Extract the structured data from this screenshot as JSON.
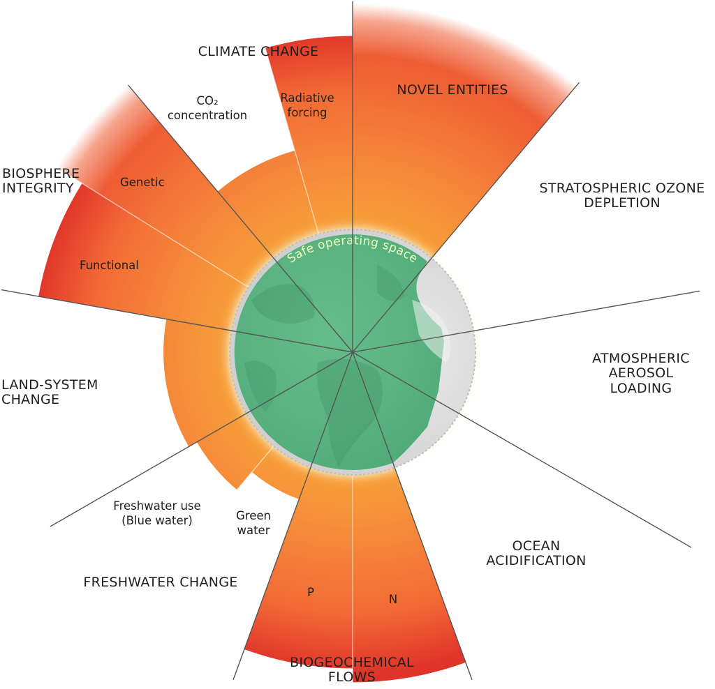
{
  "colors": {
    "safe_green": "#5db585",
    "safe_green_dark": "#3e8f63",
    "safe_glow": "#f4ffec",
    "unknown_grey": "#dcdcdc",
    "zone_orange": "#f8a23a",
    "zone_deep_orange": "#f26a35",
    "zone_red": "#e0352a",
    "divider": "#555555",
    "safe_text": "#efffbf"
  },
  "diagram": {
    "center_label": "Safe operating space",
    "boundaries": [
      {
        "id": "climate-change",
        "name": "CLIMATE CHANGE",
        "controls": [
          {
            "id": "co2",
            "label": "CO₂\nconcentration",
            "level": 0.4
          },
          {
            "id": "radiative",
            "label": "Radiative\nforcing",
            "level": 0.86
          }
        ]
      },
      {
        "id": "novel-entities",
        "name": "NOVEL ENTITIES",
        "controls": [
          {
            "id": "novel",
            "label": "NOVEL ENTITIES",
            "level": 1.0,
            "unbounded": true
          }
        ]
      },
      {
        "id": "ozone",
        "name": "STRATOSPHERIC OZONE\nDEPLETION",
        "controls": [
          {
            "id": "ozone",
            "label": "",
            "level": 0.0
          }
        ]
      },
      {
        "id": "aerosol",
        "name": "ATMOSPHERIC\nAEROSOL\nLOADING",
        "controls": [
          {
            "id": "aerosol",
            "label": "",
            "level": 0.0
          }
        ]
      },
      {
        "id": "ocean",
        "name": "OCEAN\nACIDIFICATION",
        "controls": [
          {
            "id": "ocean",
            "label": "",
            "level": 0.0
          }
        ]
      },
      {
        "id": "biogeochemical",
        "name": "BIOGEOCHEMICAL\nFLOWS",
        "controls": [
          {
            "id": "nitrogen",
            "label": "N",
            "level": 0.92
          },
          {
            "id": "phosphorus",
            "label": "P",
            "level": 0.86
          }
        ]
      },
      {
        "id": "freshwater",
        "name": "FRESHWATER CHANGE",
        "controls": [
          {
            "id": "green-water",
            "label": "Green\nwater",
            "level": 0.17
          },
          {
            "id": "blue-water",
            "label": "Freshwater use\n(Blue water)",
            "level": 0.27
          }
        ]
      },
      {
        "id": "land-system",
        "name": "LAND-SYSTEM\nCHANGE",
        "controls": [
          {
            "id": "land",
            "label": "",
            "level": 0.31
          }
        ]
      },
      {
        "id": "biosphere",
        "name": "BIOSPHERE\nINTEGRITY",
        "controls": [
          {
            "id": "functional",
            "label": "Functional",
            "level": 0.87
          },
          {
            "id": "genetic",
            "label": "Genetic",
            "level": 1.0,
            "unbounded": true
          }
        ]
      }
    ]
  }
}
